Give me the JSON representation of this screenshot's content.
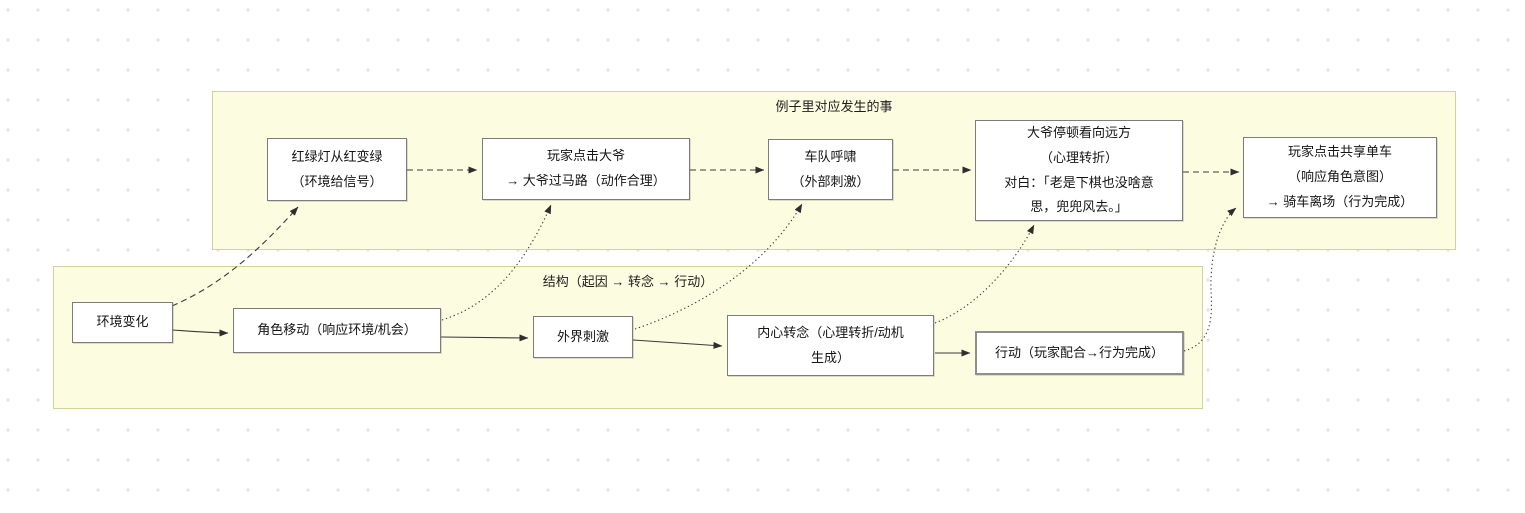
{
  "diagram": {
    "groups": [
      {
        "id": "example-events",
        "title": "例子里对应发生的事",
        "nodes": [
          {
            "id": "traffic-light-turns-green",
            "label": "红绿灯从红变绿\n（环境给信号）"
          },
          {
            "id": "player-clicks-grandpa",
            "label": "玩家点击大爷\n→ 大爷过马路（动作合理）"
          },
          {
            "id": "motorcade-whoosh",
            "label": "车队呼啸\n（外部刺激）"
          },
          {
            "id": "grandpa-pauses-gaze",
            "label": "大爷停顿看向远方\n（心理转折）\n对白：「老是下棋也没啥意\n思，兜兜风去。」"
          },
          {
            "id": "player-clicks-shared-bike",
            "label": "玩家点击共享单车\n（响应角色意图）\n→ 骑车离场（行为完成）"
          }
        ]
      },
      {
        "id": "structure",
        "title": "结构（起因 → 转念 → 行动）",
        "nodes": [
          {
            "id": "environment-change",
            "label": "环境变化"
          },
          {
            "id": "character-move",
            "label": "角色移动（响应环境/机会）"
          },
          {
            "id": "external-stimulus",
            "label": "外界刺激"
          },
          {
            "id": "inner-turn",
            "label": "内心转念（心理转折/动机\n生成）"
          },
          {
            "id": "action",
            "label": "行动（玩家配合→行为完成）"
          }
        ]
      }
    ],
    "connectors": [
      {
        "from": "traffic-light-turns-green",
        "to": "player-clicks-grandpa",
        "style": "dashed"
      },
      {
        "from": "player-clicks-grandpa",
        "to": "motorcade-whoosh",
        "style": "dashed"
      },
      {
        "from": "motorcade-whoosh",
        "to": "grandpa-pauses-gaze",
        "style": "dashed"
      },
      {
        "from": "grandpa-pauses-gaze",
        "to": "player-clicks-shared-bike",
        "style": "dashed"
      },
      {
        "from": "environment-change",
        "to": "character-move",
        "style": "solid"
      },
      {
        "from": "character-move",
        "to": "external-stimulus",
        "style": "solid"
      },
      {
        "from": "external-stimulus",
        "to": "inner-turn",
        "style": "solid"
      },
      {
        "from": "inner-turn",
        "to": "action",
        "style": "solid"
      },
      {
        "from": "environment-change",
        "to": "traffic-light-turns-green",
        "style": "dashed"
      },
      {
        "from": "character-move",
        "to": "player-clicks-grandpa",
        "style": "dotted"
      },
      {
        "from": "external-stimulus",
        "to": "motorcade-whoosh",
        "style": "dotted"
      },
      {
        "from": "inner-turn",
        "to": "grandpa-pauses-gaze",
        "style": "dotted"
      },
      {
        "from": "action",
        "to": "player-clicks-shared-bike",
        "style": "dotted"
      }
    ],
    "colors": {
      "group_fill": "#fcfce1",
      "group_border": "#d2d29c",
      "node_fill": "#ffffff",
      "node_border": "#7c7c7c",
      "connector": "#3a3a3a",
      "grid_dot": "#e3e3e9"
    }
  }
}
